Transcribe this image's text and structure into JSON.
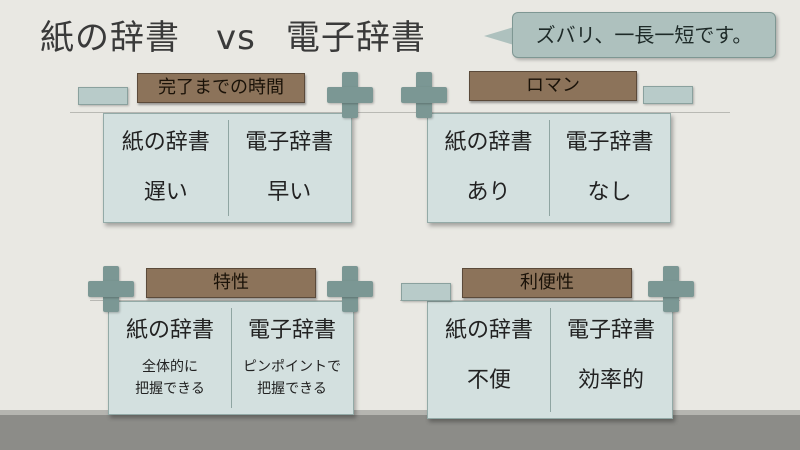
{
  "title": {
    "left": "紙の辞書",
    "vs": "vs",
    "right": "電子辞書"
  },
  "callout": {
    "text": "ズバリ、一長一短です。"
  },
  "panels": [
    {
      "label": "完了までの時間",
      "col_left": "紙の辞書",
      "col_right": "電子辞書",
      "val_left": "遅い",
      "val_right": "早い"
    },
    {
      "label": "ロマン",
      "col_left": "紙の辞書",
      "col_right": "電子辞書",
      "val_left": "あり",
      "val_right": "なし"
    },
    {
      "label": "特性",
      "col_left": "紙の辞書",
      "col_right": "電子辞書",
      "val_left_1": "全体的に",
      "val_left_2": "把握できる",
      "val_right_1": "ピンポイントで",
      "val_right_2": "把握できる"
    },
    {
      "label": "利便性",
      "col_left": "紙の辞書",
      "col_right": "電子辞書",
      "val_left": "不便",
      "val_right": "効率的"
    }
  ],
  "colors": {
    "label_bg": "#8c735a",
    "panel_bg": "#d3e0df",
    "accent": "#7b9794"
  }
}
